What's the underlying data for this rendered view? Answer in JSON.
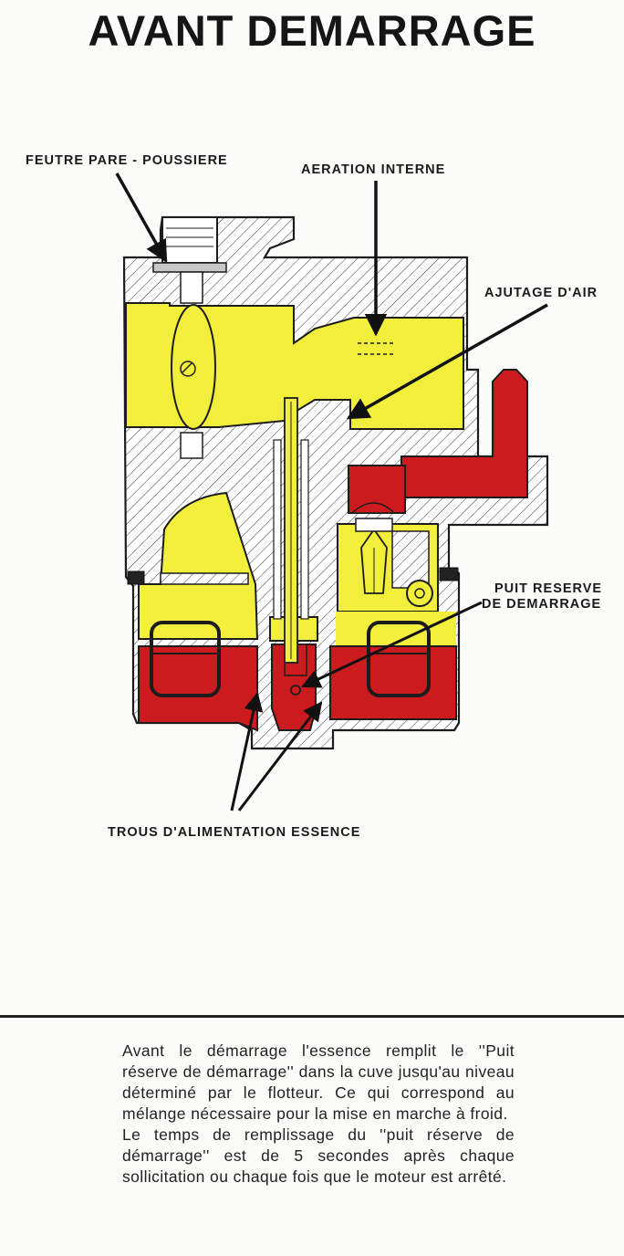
{
  "title": "AVANT DEMARRAGE",
  "labels": {
    "felt": "FEUTRE  PARE - POUSSIERE",
    "aeration": "AERATION  INTERNE",
    "air_jet": "AJUTAGE  D'AIR",
    "reserve_1": "PUIT RESERVE",
    "reserve_2": "DE DEMARRAGE",
    "feed_holes": "TROUS  D'ALIMENTATION  ESSENCE"
  },
  "description": {
    "p1": "Avant le démarrage l'essence remplit le ''Puit réserve de démarrage'' dans la cuve jusqu'au niveau déterminé par le flotteur. Ce qui correspond au mélange nécessaire pour la mise en marche à froid.",
    "p2": "Le temps de remplissage du ''puit réserve de démarrage'' est de 5 secondes après chaque sollicitation ou chaque fois que le moteur est arrêté."
  },
  "colors": {
    "air": "#f2ee3c",
    "fuel": "#cc1b1e",
    "metal": "#ffffff",
    "outline": "#1c1c1c"
  }
}
